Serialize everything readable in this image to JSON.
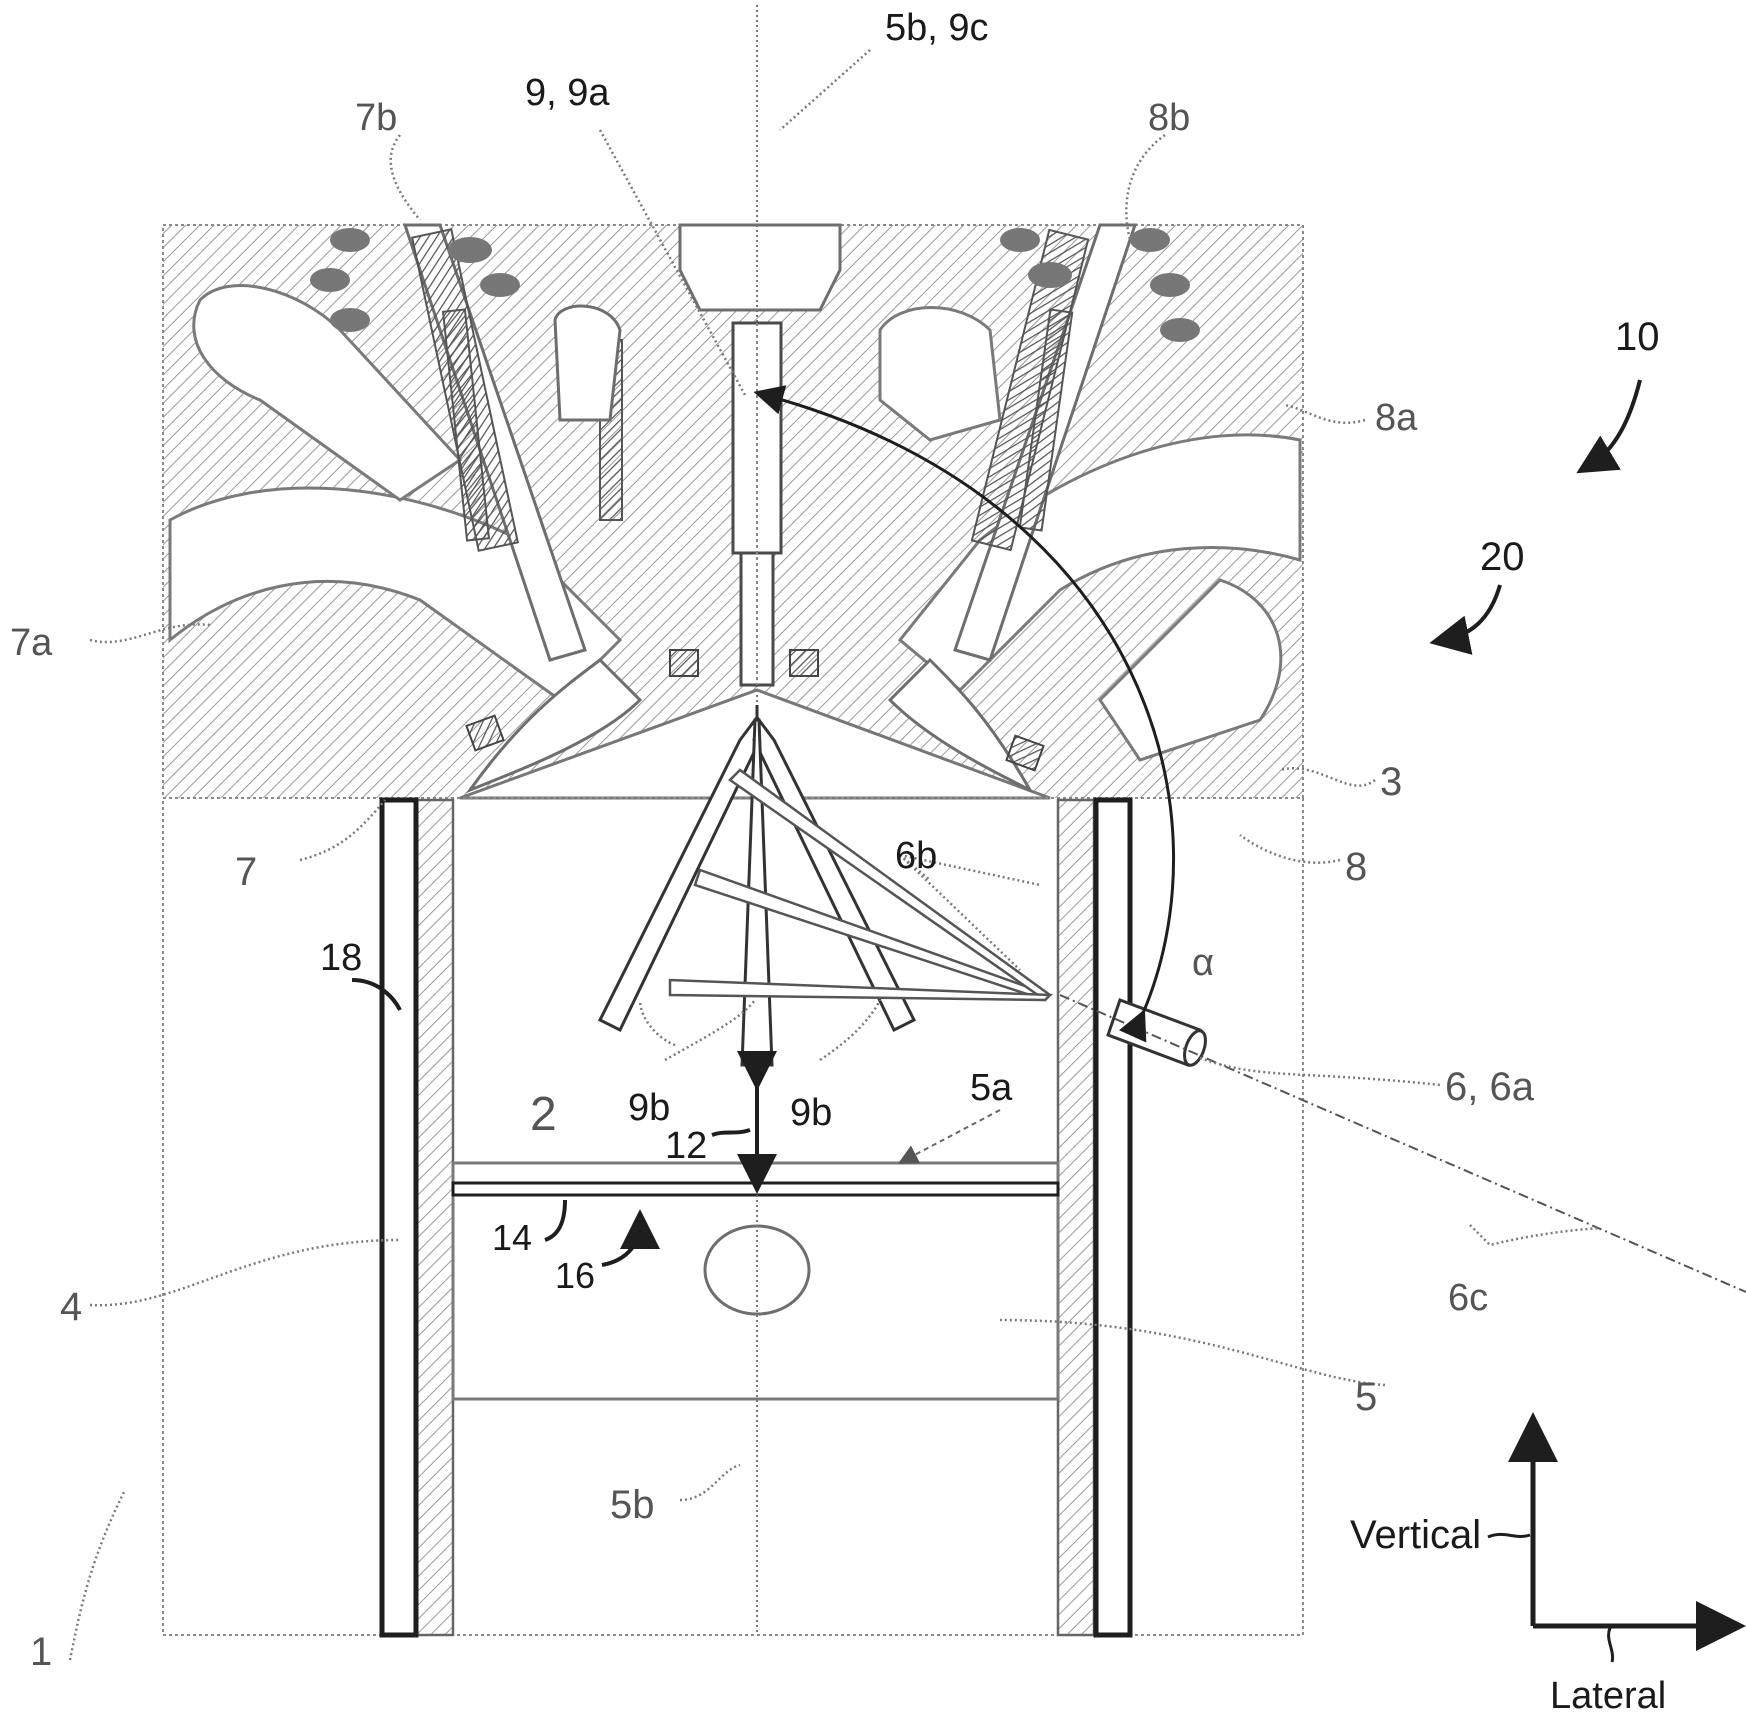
{
  "labels": {
    "axis_top": "5b, 9c",
    "injector": "9, 9a",
    "valve_intake_stem": "7b",
    "valve_exhaust_stem": "8b",
    "engine": "10",
    "combustion_system": "20",
    "exhaust_port": "8a",
    "intake_port": "7a",
    "cylinder_head": "3",
    "intake_valve": "7",
    "exhaust_valve": "8",
    "igniter_spray": "6b",
    "liner": "18",
    "angle": "α",
    "chamber": "2",
    "spray_left": "9b",
    "spray_right": "9b",
    "igniter": "6, 6a",
    "piston_top": "5a",
    "gap": "12",
    "coating": "14",
    "piston_assembly": "16",
    "igniter_axis": "6c",
    "cylinder_wall": "4",
    "piston": "5",
    "axis_bottom": "5b",
    "engine_block": "1"
  },
  "orientation": {
    "vertical": "Vertical",
    "lateral": "Lateral"
  }
}
